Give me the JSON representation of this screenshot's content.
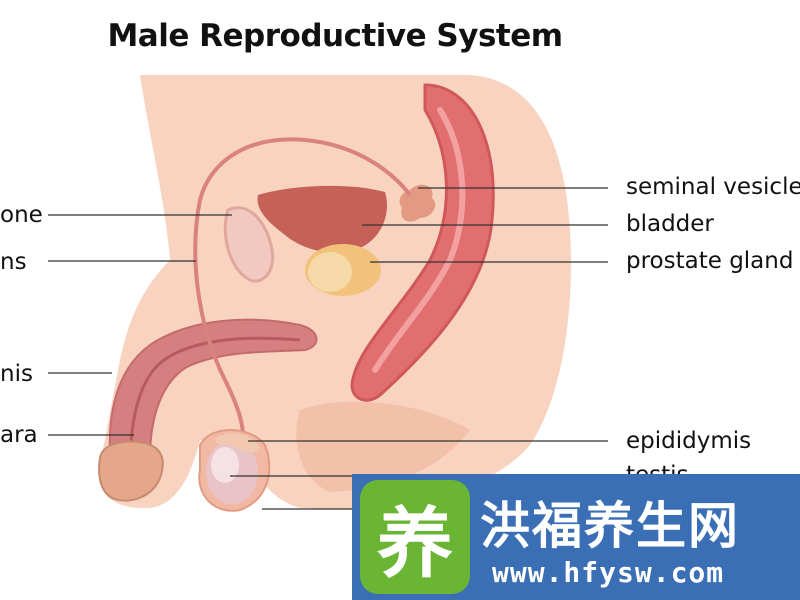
{
  "title": "Male Reproductive System",
  "labels_left": [
    "one",
    "ns",
    "nis",
    "ara"
  ],
  "labels_right": [
    "seminal vesicle",
    "bladder",
    "prostate gland",
    "epididymis",
    "testis"
  ],
  "watermark": {
    "logo_char": "养",
    "name": "洪福养生网",
    "url": "www.hfysw.com"
  },
  "colors": {
    "skin": "#f8d3bf",
    "skin_dark": "#ecb79d",
    "organ_red": "#d96a68",
    "rectum": "#e26f70",
    "bladder": "#c66158",
    "prostate": "#f2c27b",
    "watermark_bg": "#3a6fb5",
    "watermark_logo": "#6ab534"
  }
}
